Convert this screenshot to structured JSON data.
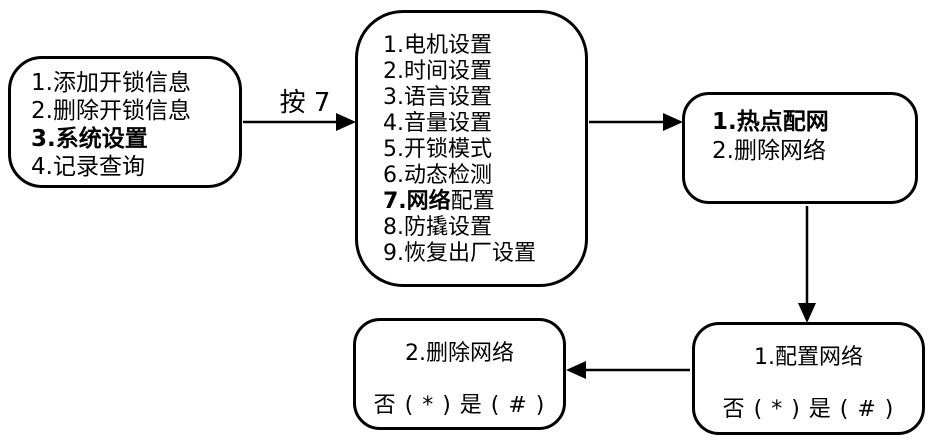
{
  "diagram": {
    "press_label": "按 7",
    "main_menu": {
      "line1": "1.添加开锁信息",
      "line2": "2.删除开锁信息",
      "line3": "3.系统设置",
      "line4": "4.记录查询"
    },
    "settings_menu": {
      "line1": "1.电机设置",
      "line2": "2.时间设置",
      "line3": "3.语言设置",
      "line4": "4.音量设置",
      "line5": "5.开锁模式",
      "line6": "6.动态检测",
      "line7_bold": "7.网络",
      "line7_rest": "配置",
      "line8": "8.防撬设置",
      "line9": "9.恢复出厂设置"
    },
    "network_menu": {
      "line1": "1.热点配网",
      "line2": "2.删除网络"
    },
    "configure_network": {
      "title": "1.配置网络",
      "options": "否 ( * ) 是 ( # )"
    },
    "delete_network": {
      "title": "2.删除网络",
      "options": "否 ( * ) 是 ( # )"
    },
    "colors": {
      "line": "#000000",
      "background": "#ffffff",
      "text": "#000000"
    }
  }
}
